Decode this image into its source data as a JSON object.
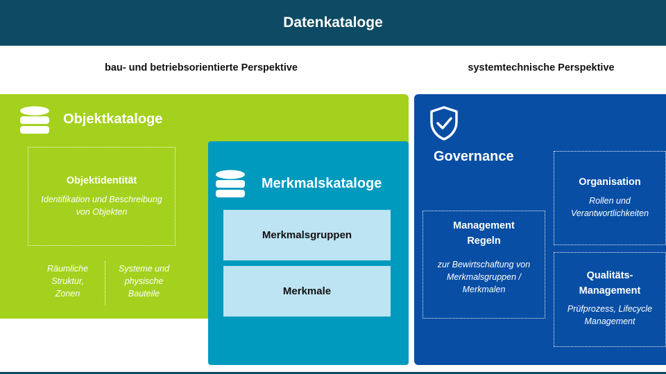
{
  "header": {
    "title": "Datenkataloge"
  },
  "perspectives": {
    "left": "bau- und betriebsorientierte Perspektive",
    "right": "systemtechnische Perspektive"
  },
  "objektkataloge": {
    "title": "Objektkataloge",
    "icon": "database-icon",
    "identity": {
      "title": "Objektidentität",
      "description": "Identifikation und Beschreibung von Objekten"
    },
    "items": [
      {
        "label": "Räumliche Struktur, Zonen"
      },
      {
        "label": "Systeme und physische Bauteile"
      }
    ]
  },
  "merkmalskataloge": {
    "title": "Merkmalskataloge",
    "icon": "database-icon",
    "boxes": [
      "Merkmalsgruppen",
      "Merkmale"
    ]
  },
  "governance": {
    "title": "Governance",
    "icon": "shield-check-icon",
    "management": {
      "title": "Management Regeln",
      "description": "zur Bewirtschaftung von Merkmalsgruppen / Merkmalen"
    },
    "organisation": {
      "title": "Organisation",
      "description": "Rollen und Verantwortlichkeiten"
    },
    "quality": {
      "title": "Qualitäts-Management",
      "description": "Prüfprozess, Lifecycle Management"
    }
  },
  "colors": {
    "header": "#0d4a63",
    "objektkataloge": "#a4d11d",
    "merkmalskataloge": "#009abf",
    "merkmalskataloge_box": "#bde4f2",
    "governance": "#084ea4"
  }
}
